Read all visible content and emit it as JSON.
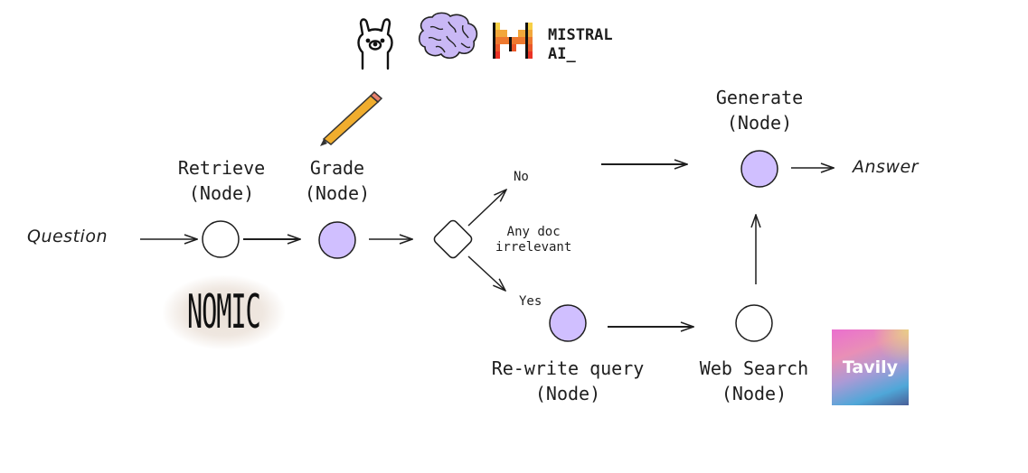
{
  "diagram": {
    "type": "flow-graph",
    "input_label": "Question",
    "output_label": "Answer",
    "nodes": {
      "retrieve": {
        "label": "Retrieve\n(Node)",
        "fill": "#ffffff"
      },
      "grade": {
        "label": "Grade\n(Node)",
        "fill": "#d0bfff"
      },
      "rewrite": {
        "label": "Re-write query\n(Node)",
        "fill": "#d0bfff"
      },
      "web_search": {
        "label": "Web Search\n(Node)",
        "fill": "#ffffff"
      },
      "generate": {
        "label": "Generate\n(Node)",
        "fill": "#d0bfff"
      }
    },
    "decision": {
      "label": "Any doc\nirrelevant",
      "no_label": "No",
      "yes_label": "Yes"
    },
    "edges": [
      {
        "from": "Question",
        "to": "retrieve"
      },
      {
        "from": "retrieve",
        "to": "grade"
      },
      {
        "from": "grade",
        "to": "decision"
      },
      {
        "from": "decision",
        "to": "generate",
        "label": "No"
      },
      {
        "from": "decision",
        "to": "rewrite",
        "label": "Yes"
      },
      {
        "from": "rewrite",
        "to": "web_search"
      },
      {
        "from": "web_search",
        "to": "generate"
      },
      {
        "from": "generate",
        "to": "Answer"
      }
    ]
  },
  "logos": {
    "llama": "llama-icon",
    "brain": "brain-icon",
    "mistral_text": "MISTRAL\nAI_",
    "pencil": "pencil-icon",
    "nomic_text": "NOMIC",
    "tavily_text": "Tavily"
  },
  "colors": {
    "stroke": "#1e1e1e",
    "node_purple": "#d0bfff",
    "brain_purple": "#c9b8f5",
    "mistral": [
      "#f7d046",
      "#f2a73b",
      "#ee792f",
      "#eb5829",
      "#ea3326"
    ]
  }
}
